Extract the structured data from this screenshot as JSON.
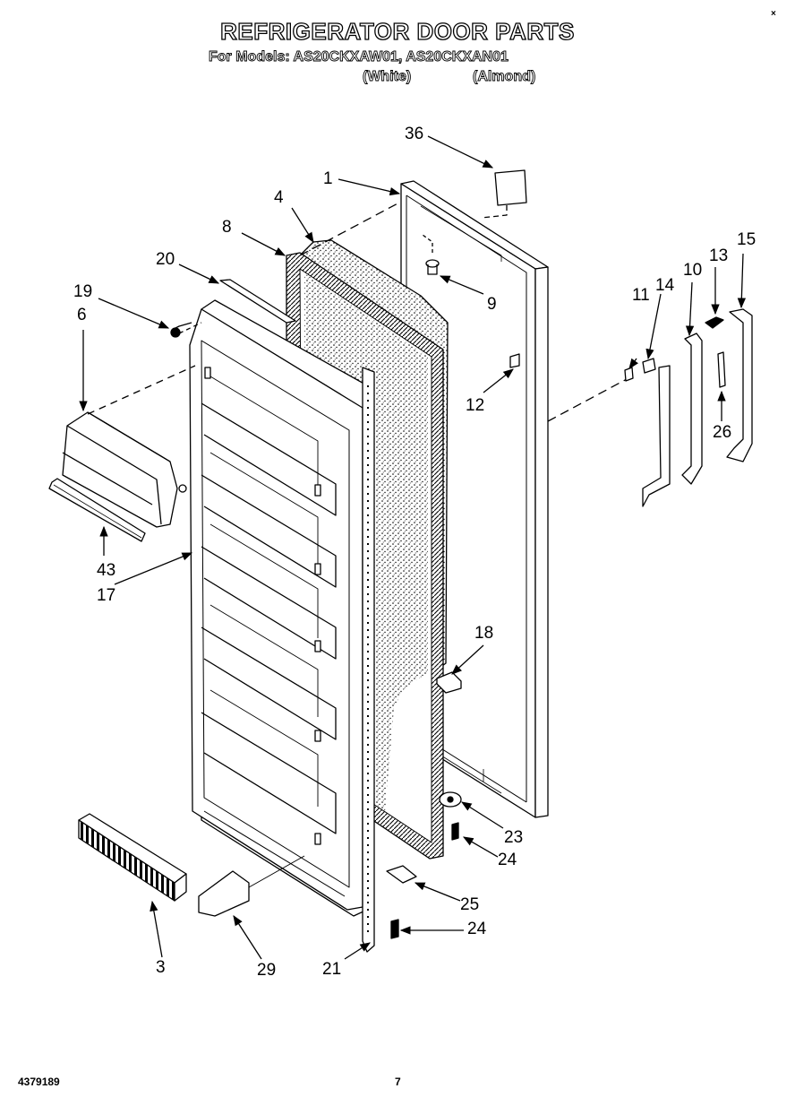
{
  "header": {
    "title": "REFRIGERATOR DOOR PARTS",
    "models_line": "For Models: AS20CKXAW01, AS20CKXAN01",
    "variant_white": "(White)",
    "variant_almond": "(Almond)"
  },
  "callouts": {
    "c36": "36",
    "c1": "1",
    "c4": "4",
    "c8": "8",
    "c20": "20",
    "c19": "19",
    "c6": "6",
    "c9": "9",
    "c11": "11",
    "c14": "14",
    "c10": "10",
    "c13": "13",
    "c15": "15",
    "c12": "12",
    "c26": "26",
    "c43": "43",
    "c17": "17",
    "c18": "18",
    "c23": "23",
    "c24a": "24",
    "c25": "25",
    "c24b": "24",
    "c3": "3",
    "c29": "29",
    "c21": "21"
  },
  "footer": {
    "doc_number": "4379189",
    "page_number": "7",
    "corner_mark": "×"
  }
}
